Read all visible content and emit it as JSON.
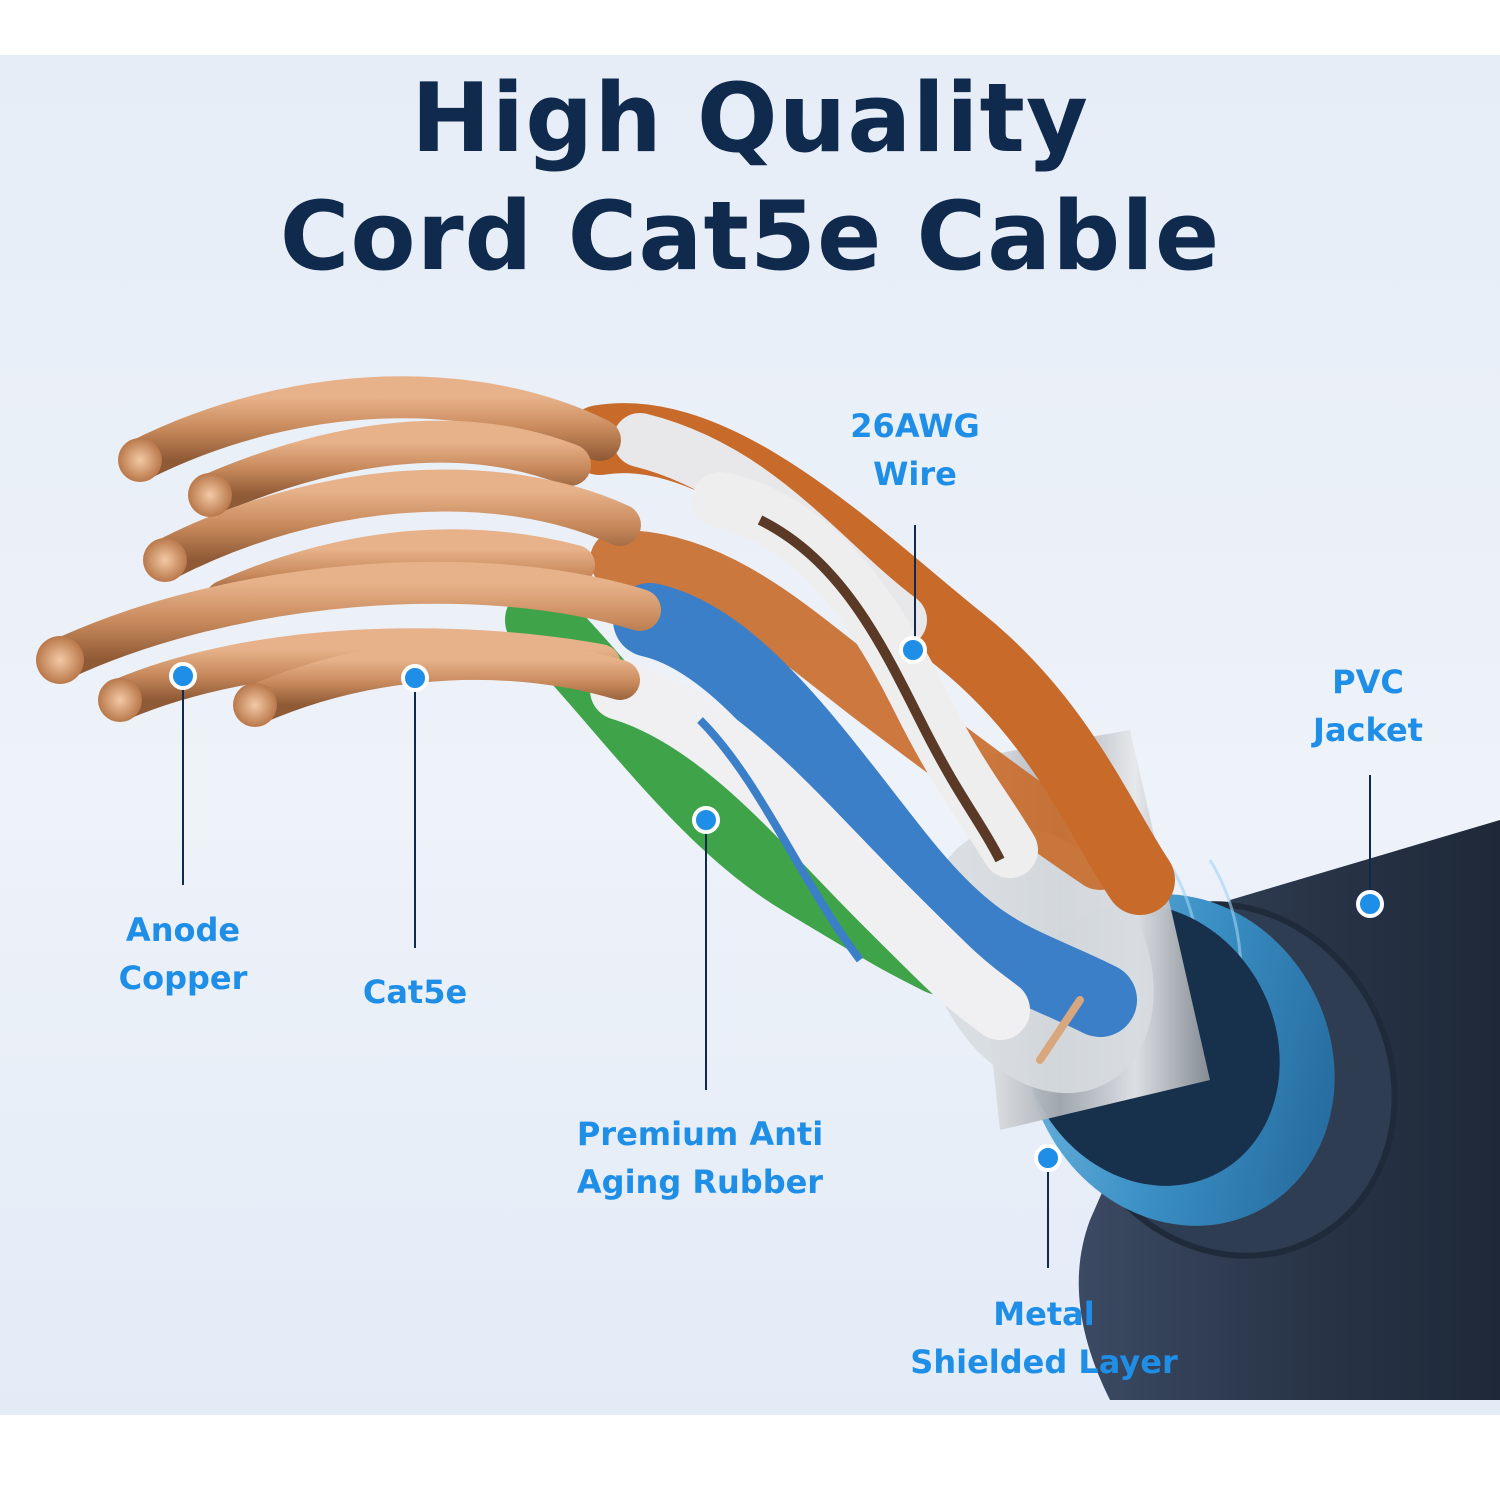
{
  "title": {
    "line1": "High Quality",
    "line2": "Cord Cat5e Cable"
  },
  "callouts": {
    "awg": {
      "line1": "26AWG",
      "line2": "Wire"
    },
    "pvc": {
      "line1": "PVC",
      "line2": "Jacket"
    },
    "anode": {
      "line1": "Anode",
      "line2": "Copper"
    },
    "cat5e": {
      "line1": "Cat5e"
    },
    "rubber": {
      "line1": "Premium Anti",
      "line2": "Aging Rubber"
    },
    "metal": {
      "line1": "Metal",
      "line2": "Shielded Layer"
    }
  },
  "colors": {
    "title": "#0f2a4d",
    "callout": "#1e8ee6",
    "marker": "#1e8ee6",
    "jacket": "#2f3d52",
    "shield": "#3a8fc4",
    "copper": "#c88a5c",
    "wire_orange": "#c86a2a",
    "wire_blue": "#3a7fc8",
    "wire_green": "#3fa34a",
    "wire_brown": "#5a3a26"
  }
}
